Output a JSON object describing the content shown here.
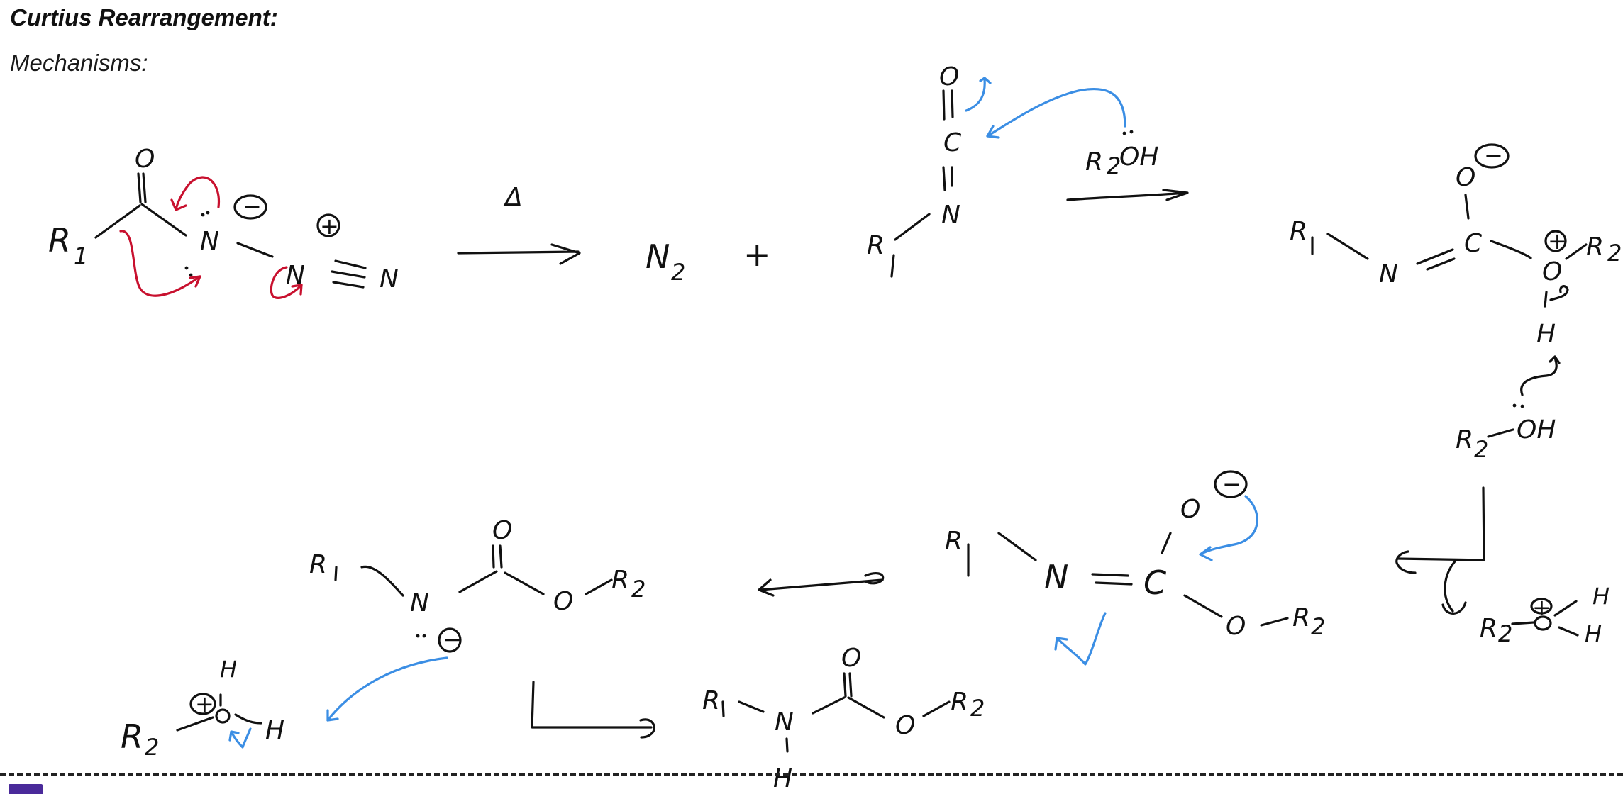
{
  "header": {
    "title": "Curtius Rearrangement:",
    "subtitle": "Mechanisms:"
  },
  "colors": {
    "ink": "#111111",
    "red_arrow": "#c8102e",
    "blue_arrow": "#3b8ee4",
    "badge": "#4a2a9a"
  },
  "step1_acyl_azide": {
    "r1": "R",
    "r1_sub": "1",
    "carbonyl_o": "O",
    "n_alpha": "N",
    "n_alpha_charge": "−",
    "n_beta": "N",
    "n_beta_charge": "+",
    "n_gamma": "N"
  },
  "arrow1": {
    "reagent": "Δ"
  },
  "products1": {
    "n2": "N",
    "n2_sub": "2",
    "plus": "+"
  },
  "isocyanate": {
    "o": "O",
    "c": "C",
    "n": "N",
    "r1": "R",
    "r1_sub": "1"
  },
  "arrow2": {
    "reagent_r": "R",
    "reagent_sub": "2",
    "reagent_oh": "OH"
  },
  "tetrahedral_intermediate": {
    "r1": "R",
    "r1_sub": "1",
    "n": "N",
    "c": "C",
    "o_top": "O",
    "o_top_charge": "−",
    "o_right": "O",
    "o_right_charge": "+",
    "r2": "R",
    "r2_sub": "2",
    "h": "H"
  },
  "base_alcohol": {
    "r2": "R",
    "r2_sub": "2",
    "oh": "OH"
  },
  "oxonium_side": {
    "r2": "R",
    "r2_sub": "2",
    "o": "O",
    "charge": "+",
    "h1": "H",
    "h2": "H"
  },
  "imidate_anion": {
    "r1": "R",
    "r1_sub": "1",
    "n": "N",
    "c": "C",
    "o_top": "O",
    "o_top_charge": "−",
    "o_bottom": "O",
    "r2": "R",
    "r2_sub": "2"
  },
  "carbamate_anion": {
    "r1": "R",
    "r1_sub": "1",
    "n": "N",
    "n_charge": "−",
    "o_top": "O",
    "o_ester": "O",
    "r2": "R",
    "r2_sub": "2"
  },
  "protonating_oxonium": {
    "r2": "R",
    "r2_sub": "2",
    "o": "O",
    "charge": "+",
    "h_top": "H",
    "h_right": "H"
  },
  "carbamate_product": {
    "r1": "R",
    "r1_sub": "1",
    "n": "N",
    "h": "H",
    "o_top": "O",
    "o_ester": "O",
    "r2": "R",
    "r2_sub": "2"
  }
}
